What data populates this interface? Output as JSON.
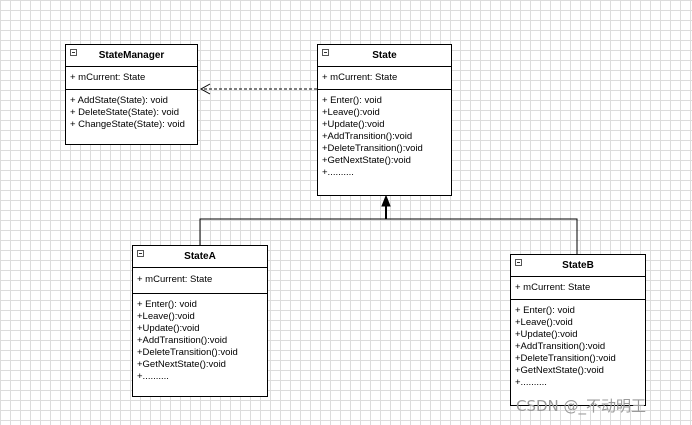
{
  "classes": {
    "state_manager": {
      "name": "StateManager",
      "attributes": [
        "+ mCurrent: State"
      ],
      "operations": [
        "+ AddState(State): void",
        "+ DeleteState(State): void",
        "+ ChangeState(State): void"
      ]
    },
    "state": {
      "name": "State",
      "attributes": [
        "+ mCurrent: State"
      ],
      "operations": [
        "+ Enter(): void",
        "+Leave():void",
        "+Update():void",
        "+AddTransition():void",
        "+DeleteTransition():void",
        "+GetNextState():void",
        "+.........."
      ]
    },
    "state_a": {
      "name": "StateA",
      "attributes": [
        "+ mCurrent: State"
      ],
      "operations": [
        "+ Enter(): void",
        "+Leave():void",
        "+Update():void",
        "+AddTransition():void",
        "+DeleteTransition():void",
        "+GetNextState():void",
        "+.........."
      ]
    },
    "state_b": {
      "name": "StateB",
      "attributes": [
        "+ mCurrent: State"
      ],
      "operations": [
        "+ Enter(): void",
        "+Leave():void",
        "+Update():void",
        "+AddTransition():void",
        "+DeleteTransition():void",
        "+GetNextState():void",
        "+.........."
      ]
    }
  },
  "relations": [
    {
      "from": "state",
      "to": "state_manager",
      "kind": "dependency",
      "style": "dashed-open-arrow"
    },
    {
      "from": "state_a",
      "to": "state",
      "kind": "generalization",
      "style": "solid-arrow"
    },
    {
      "from": "state_b",
      "to": "state",
      "kind": "generalization",
      "style": "solid-arrow"
    }
  ],
  "watermark": "CSDN @_不动明王",
  "colors": {
    "background": "#ffffff",
    "grid": "#dcdcdc",
    "line": "#000000",
    "watermark": "#9a9a9a"
  }
}
